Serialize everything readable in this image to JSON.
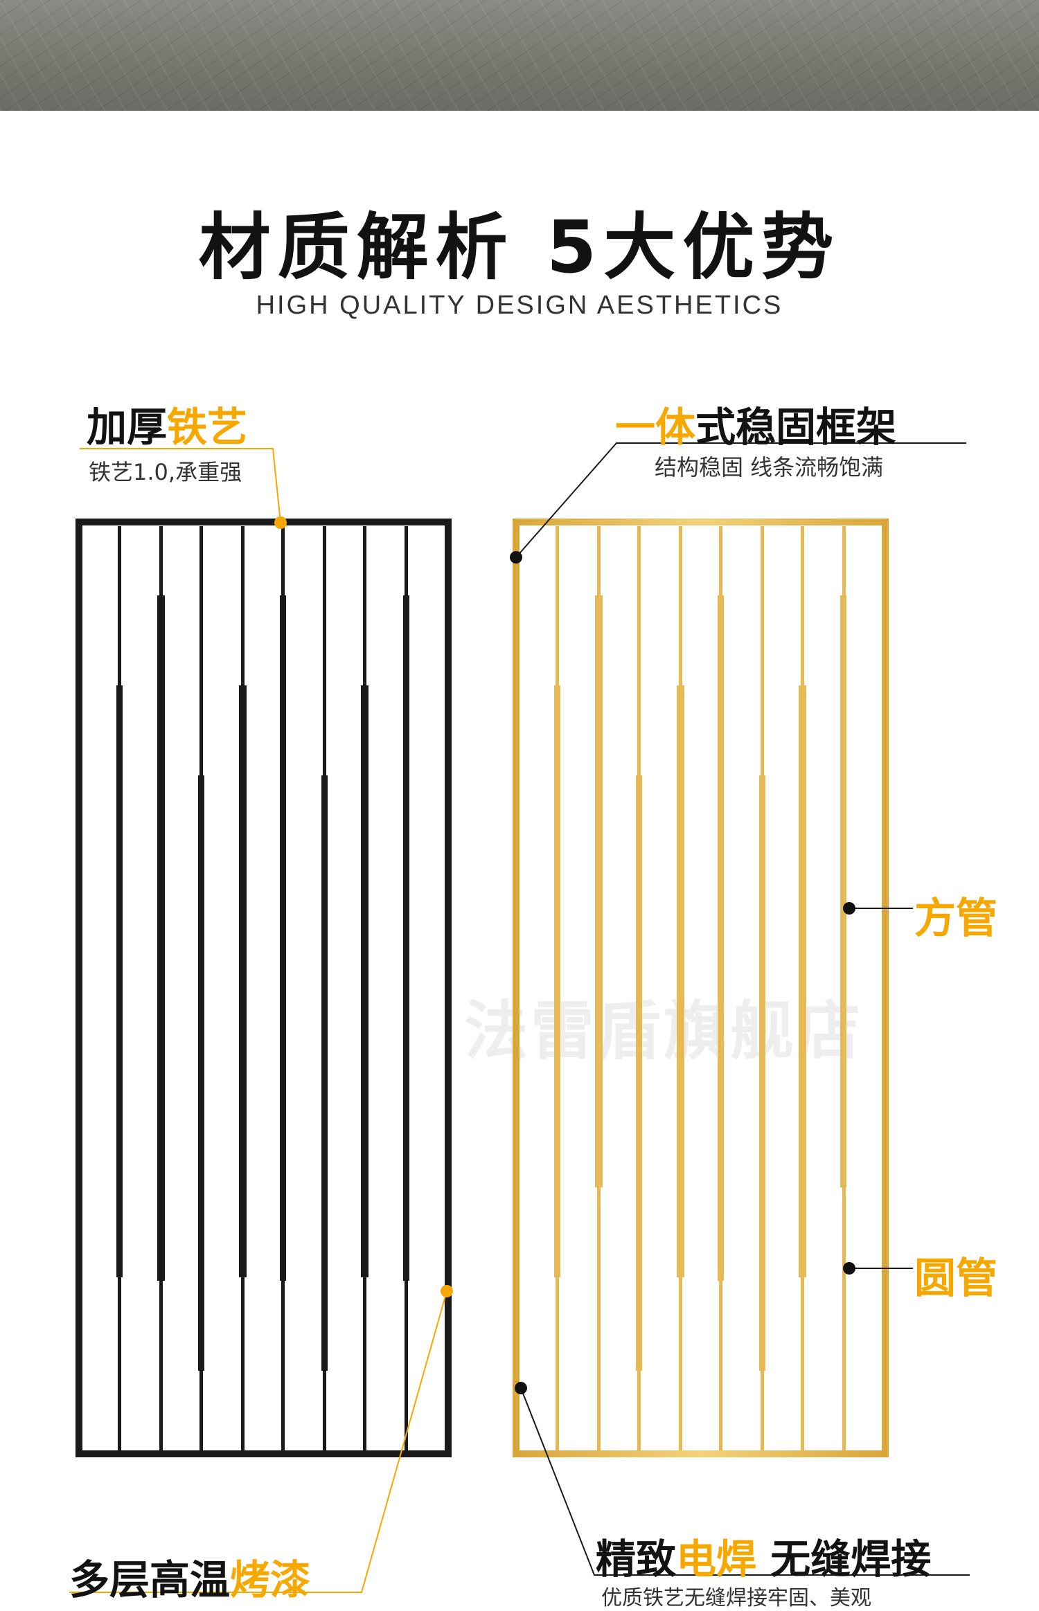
{
  "title": "材质解析  5大优势",
  "subtitle": "HIGH QUALITY DESIGN AESTHETICS",
  "features": {
    "thick_iron": {
      "label_a": "加厚",
      "label_b": "铁艺",
      "sub": "铁艺1.0,承重强"
    },
    "frame": {
      "label_a": "一体",
      "label_b": "式稳固框架",
      "sub": "结构稳固 线条流畅饱满"
    },
    "square_tube": {
      "label": "方管"
    },
    "round_tube": {
      "label": "圆管"
    },
    "paint": {
      "label_a": "多层高温",
      "label_b": "烤漆"
    },
    "weld": {
      "label_a": "精致",
      "label_b": "电焊",
      "label_c": " 无缝焊接",
      "sub": "优质铁艺无缝焊接牢固、美观"
    }
  },
  "watermark": "法雷盾旗舰店",
  "colors": {
    "accent": "#f6a700",
    "black_panel": "#1a1a1a",
    "gold_panel": "#e9bf57"
  },
  "icons": {
    "callout_dot": "dot-marker"
  }
}
